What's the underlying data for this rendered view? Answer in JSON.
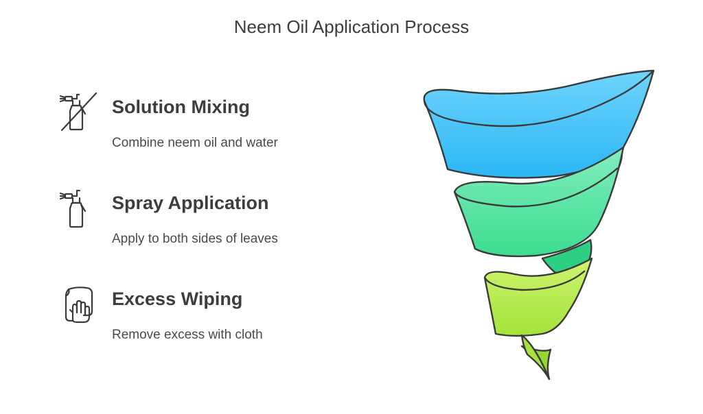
{
  "title": "Neem Oil Application Process",
  "steps": [
    {
      "title": "Solution Mixing",
      "description": "Combine neem oil and water",
      "icon": "crossed-spray-bottle-icon",
      "color": "#3fc0f8"
    },
    {
      "title": "Spray Application",
      "description": "Apply to both sides of leaves",
      "icon": "spray-bottle-icon",
      "color": "#4fe3a0"
    },
    {
      "title": "Excess Wiping",
      "description": "Remove excess with cloth",
      "icon": "hand-wiping-icon",
      "color": "#b6ec4a"
    }
  ],
  "colors": {
    "text": "#3d3d3d",
    "outline": "#3a3a3a",
    "tier_blue": "#3fc0f8",
    "tier_green": "#4fe3a0",
    "tier_lime": "#b6ec4a"
  }
}
